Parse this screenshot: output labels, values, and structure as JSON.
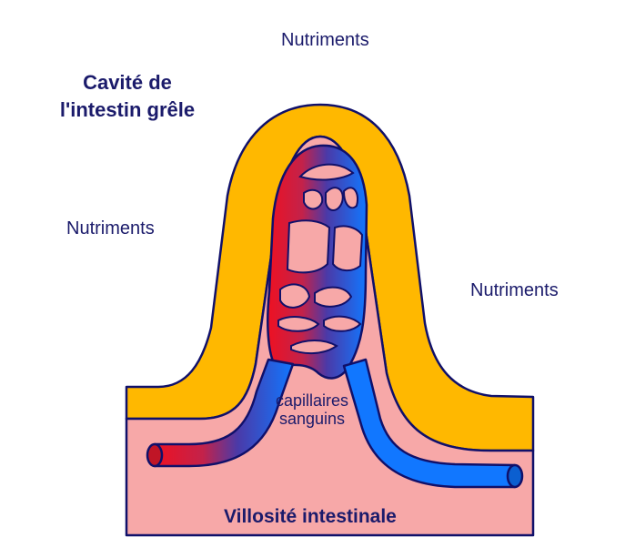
{
  "labels": {
    "cavity": "Cavité de l'intestin grêle",
    "nutrients_top": "Nutriments",
    "nutrients_left": "Nutriments",
    "nutrients_right": "Nutriments",
    "capillaries": "capillaires sanguins",
    "villus": "Villosité intestinale"
  },
  "colors": {
    "epithelium": "#ffb800",
    "tissue": "#f7a8a8",
    "arterial": "#ee1122",
    "venous": "#1177ff",
    "outline": "#10106a",
    "text": "#1b1b6b"
  }
}
